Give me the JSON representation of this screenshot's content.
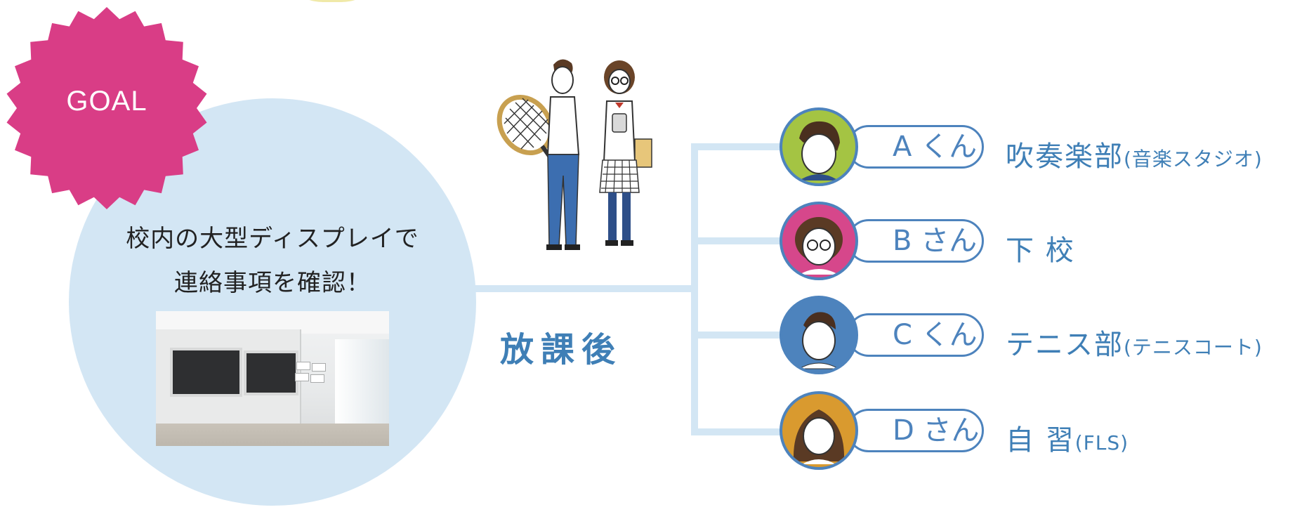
{
  "goal": {
    "badge": "GOAL",
    "line1": "校内の大型ディスプレイで",
    "line2": "連絡事項を確認！"
  },
  "after_school": "放課後",
  "students": [
    {
      "name": "A くん",
      "activity": "吹奏楽部",
      "location": "(音楽スタジオ)",
      "color": "#a4c443"
    },
    {
      "name": "B さん",
      "activity": "下 校",
      "location": "",
      "color": "#d6478b"
    },
    {
      "name": "C くん",
      "activity": "テニス部",
      "location": "(テニスコート)",
      "color": "#4d83bd"
    },
    {
      "name": "D さん",
      "activity": "自 習",
      "location": "(FLS)",
      "color": "#d99a2f"
    }
  ],
  "colors": {
    "goal_pink": "#d93d86",
    "circle_blue": "#d3e6f4",
    "accent_blue": "#4d83bd"
  }
}
